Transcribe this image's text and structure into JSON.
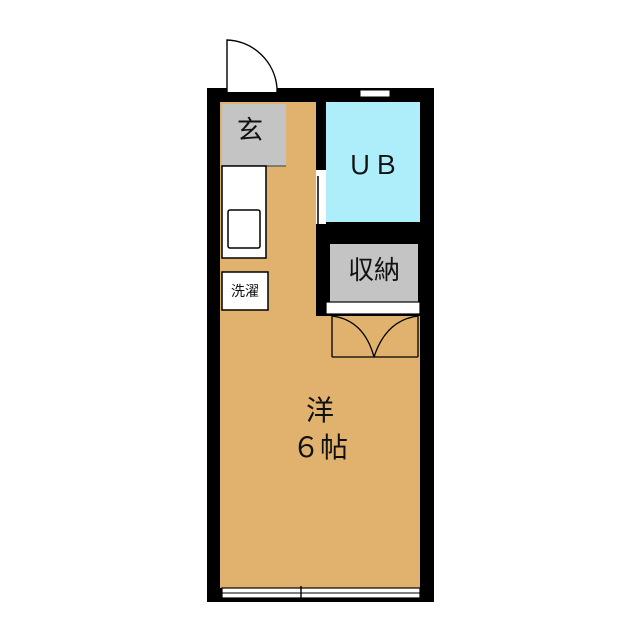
{
  "rooms": {
    "entrance": "玄",
    "bathroom": "ＵＢ",
    "storage": "収納",
    "laundry": "洗濯",
    "western_room_type": "洋",
    "western_room_size": "６帖"
  },
  "colors": {
    "wall": "#000000",
    "floor": "#E0B26E",
    "bathroom": "#AEEEFB",
    "entrance": "#C4C4C4",
    "storage": "#C4C4C4",
    "white": "#FFFFFF"
  }
}
